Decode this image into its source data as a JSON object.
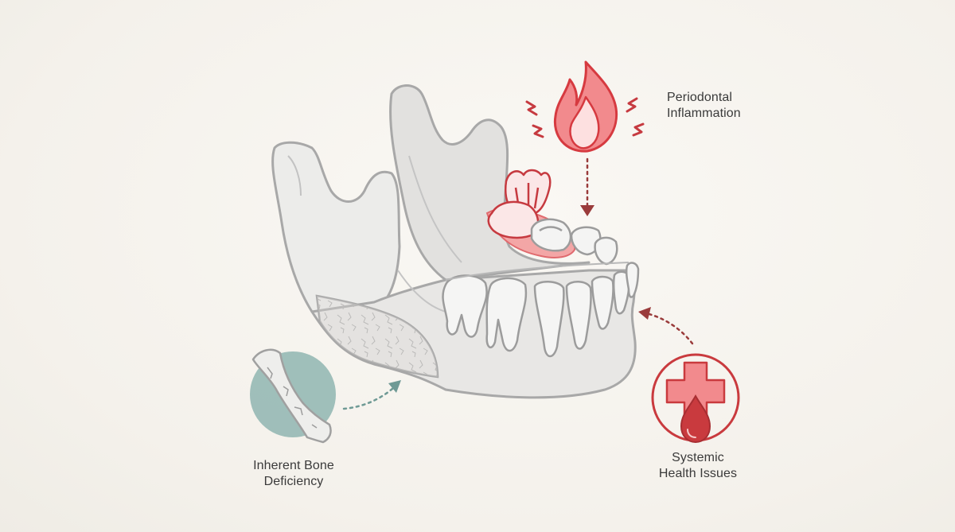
{
  "labels": {
    "periodontal": [
      "Periodontal",
      "Inflammation"
    ],
    "systemic": [
      "Systemic",
      "Health Issues"
    ],
    "bone": [
      "Inherent Bone",
      "Deficiency"
    ]
  },
  "colors": {
    "background": "#f6f4ef",
    "bone_outline": "#a8a8a8",
    "bone_fill": "#e7e6e4",
    "inflammation_red": "#d9464c",
    "inflammation_fill": "#f07f82",
    "systemic_red": "#c93a3e",
    "deficiency_teal": "#7fa9a4",
    "arrow_dark_red": "#9a3b3b",
    "arrow_teal": "#6f9a95"
  },
  "icons": {
    "periodontal": "flame-icon",
    "systemic": "medical-cross-blood-drop-icon",
    "bone": "bone-fragment-icon"
  }
}
